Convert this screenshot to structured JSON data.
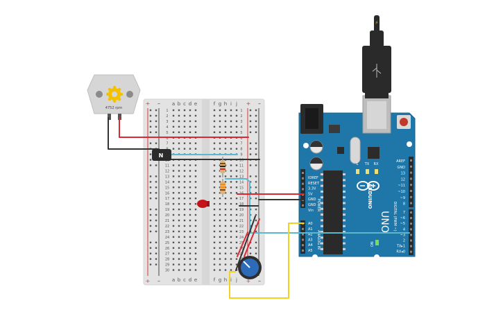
{
  "motor": {
    "speed_label": "4752 rpm"
  },
  "breadboard": {
    "columns_left": [
      "a",
      "b",
      "c",
      "d",
      "e"
    ],
    "columns_right": [
      "f",
      "g",
      "h",
      "i",
      "j"
    ],
    "rail_plus": "+",
    "rail_minus": "–",
    "rows": [
      "1",
      "2",
      "3",
      "4",
      "5",
      "6",
      "7",
      "8",
      "9",
      "10",
      "11",
      "12",
      "13",
      "14",
      "15",
      "16",
      "17",
      "18",
      "19",
      "20",
      "21",
      "22",
      "23",
      "24",
      "25",
      "26",
      "27",
      "28",
      "29",
      "30"
    ]
  },
  "transistor": {
    "label": "N"
  },
  "usb": {
    "bolt_icon": "⚡"
  },
  "arduino": {
    "brand": "ARDUINO",
    "model": "UNO",
    "power_header_title": "POWER",
    "power_pins": [
      "IOREF",
      "RESET",
      "3.3V",
      "5V",
      "GND",
      "GND",
      "Vin"
    ],
    "analog_header_title": "ANALOG IN",
    "analog_pins": [
      "A0",
      "A1",
      "A2",
      "A3",
      "A4",
      "A5"
    ],
    "digital_header_title": "DIGITAL (PWM ~)",
    "digital_pins_top": [
      "AREF",
      "GND",
      "13",
      "12",
      "~11",
      "~10",
      "~9",
      "8"
    ],
    "digital_pins_bottom": [
      "7",
      "~6",
      "~5",
      "4",
      "~3",
      "2",
      "TX▸1",
      "RX◂0"
    ],
    "led_labels": [
      "L",
      "TX",
      "RX"
    ],
    "on_label": "ON"
  }
}
